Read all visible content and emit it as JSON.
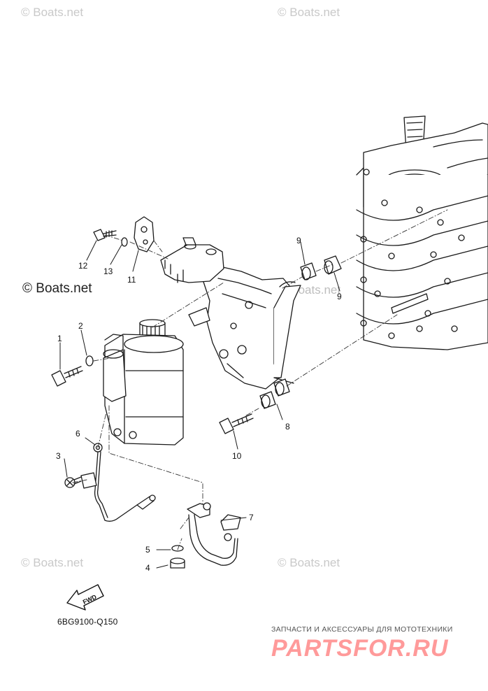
{
  "watermarks": {
    "top_left": "© Boats.net",
    "top_right": "© Boats.net",
    "mid_left": "© Boats.net",
    "bottom_left": "© Boats.net",
    "bottom_right": "© Boats.net",
    "center": "© Boats.net"
  },
  "callouts": {
    "c1": "1",
    "c2": "2",
    "c3": "3",
    "c4": "4",
    "c5": "5",
    "c6": "6",
    "c7": "7",
    "c8": "8",
    "c9a": "9",
    "c9b": "9",
    "c10": "10",
    "c11": "11",
    "c12": "12",
    "c13": "13"
  },
  "fwd_label": "FWD",
  "diagram_code": "6BG9100-Q150",
  "partsfor": {
    "tagline": "ЗАПЧАСТИ И АКСЕССУАРЫ ДЛЯ МОТОТЕХНИКИ",
    "brand": "PARTSFOR.RU"
  }
}
